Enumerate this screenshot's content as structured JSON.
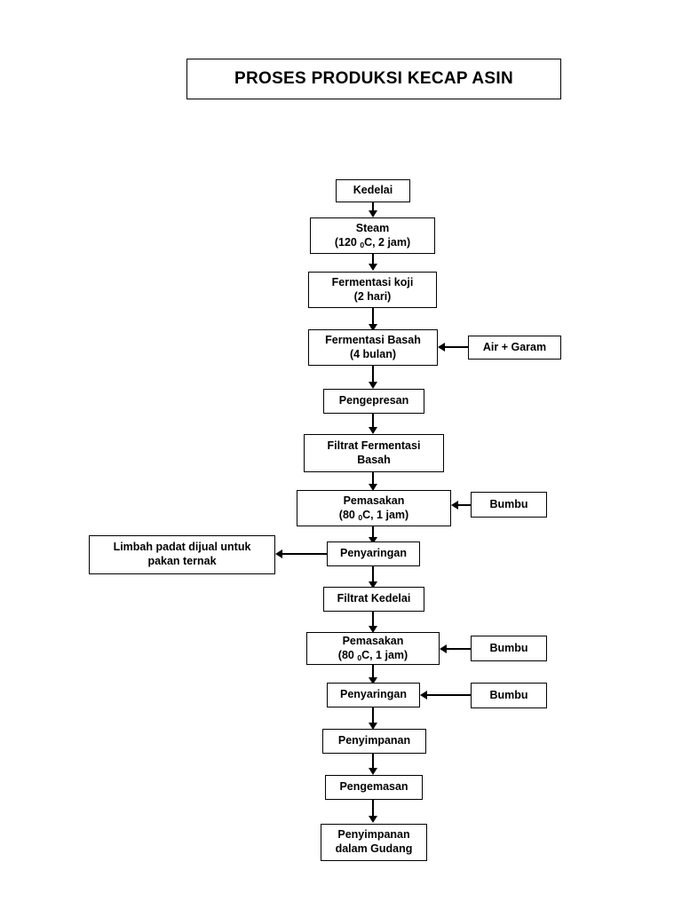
{
  "document": {
    "title": "PROSES PRODUKSI KECAP ASIN"
  },
  "flowchart": {
    "type": "process-flow-diagram",
    "orientation": "top-to-bottom",
    "colors": {
      "background": "#ffffff",
      "box_border": "#000000",
      "text": "#000000",
      "connector": "#000000"
    },
    "nodes": [
      {
        "id": "kedelai",
        "label": "Kedelai",
        "line2": ""
      },
      {
        "id": "steam",
        "label": "Steam",
        "line2_pre": "(120 ",
        "line2_sub": "0",
        "line2_post": "C, 2 jam)"
      },
      {
        "id": "ferm-koji",
        "label": "Fermentasi koji",
        "line2": "(2 hari)"
      },
      {
        "id": "ferm-basah",
        "label": "Fermentasi Basah",
        "line2": "(4 bulan)"
      },
      {
        "id": "air-garam",
        "label": "Air + Garam",
        "line2": ""
      },
      {
        "id": "pengepresan",
        "label": "Pengepresan",
        "line2": ""
      },
      {
        "id": "filtrat-ferm",
        "label": "Filtrat Fermentasi",
        "line2": "Basah"
      },
      {
        "id": "pemasakan-1",
        "label": "Pemasakan",
        "line2_pre": "(80 ",
        "line2_sub": "0",
        "line2_post": "C, 1 jam)"
      },
      {
        "id": "bumbu-1",
        "label": "Bumbu",
        "line2": ""
      },
      {
        "id": "penyaringan-1",
        "label": "Penyaringan",
        "line2": ""
      },
      {
        "id": "limbah",
        "label": "Limbah padat dijual untuk",
        "line2": "pakan ternak"
      },
      {
        "id": "filtrat-kedelai",
        "label": "Filtrat Kedelai",
        "line2": ""
      },
      {
        "id": "pemasakan-2",
        "label": "Pemasakan",
        "line2_pre": "(80 ",
        "line2_sub": "0",
        "line2_post": "C, 1 jam)"
      },
      {
        "id": "bumbu-2",
        "label": "Bumbu",
        "line2": ""
      },
      {
        "id": "penyaringan-2",
        "label": "Penyaringan",
        "line2": ""
      },
      {
        "id": "bumbu-3",
        "label": "Bumbu",
        "line2": ""
      },
      {
        "id": "penyimpanan",
        "label": "Penyimpanan",
        "line2": ""
      },
      {
        "id": "pengemasan",
        "label": "Pengemasan",
        "line2": ""
      },
      {
        "id": "penyimpanan-gudang",
        "label": "Penyimpanan",
        "line2": "dalam Gudang"
      }
    ],
    "edges": [
      {
        "from": "kedelai",
        "to": "steam",
        "direction": "down"
      },
      {
        "from": "steam",
        "to": "ferm-koji",
        "direction": "down"
      },
      {
        "from": "ferm-koji",
        "to": "ferm-basah",
        "direction": "down"
      },
      {
        "from": "air-garam",
        "to": "ferm-basah",
        "direction": "left"
      },
      {
        "from": "ferm-basah",
        "to": "pengepresan",
        "direction": "down"
      },
      {
        "from": "pengepresan",
        "to": "filtrat-ferm",
        "direction": "down"
      },
      {
        "from": "filtrat-ferm",
        "to": "pemasakan-1",
        "direction": "down"
      },
      {
        "from": "bumbu-1",
        "to": "pemasakan-1",
        "direction": "left"
      },
      {
        "from": "pemasakan-1",
        "to": "penyaringan-1",
        "direction": "down"
      },
      {
        "from": "penyaringan-1",
        "to": "limbah",
        "direction": "left"
      },
      {
        "from": "penyaringan-1",
        "to": "filtrat-kedelai",
        "direction": "down"
      },
      {
        "from": "filtrat-kedelai",
        "to": "pemasakan-2",
        "direction": "down"
      },
      {
        "from": "bumbu-2",
        "to": "pemasakan-2",
        "direction": "left"
      },
      {
        "from": "pemasakan-2",
        "to": "penyaringan-2",
        "direction": "down"
      },
      {
        "from": "bumbu-3",
        "to": "penyaringan-2",
        "direction": "left"
      },
      {
        "from": "penyaringan-2",
        "to": "penyimpanan",
        "direction": "down"
      },
      {
        "from": "penyimpanan",
        "to": "pengemasan",
        "direction": "down"
      },
      {
        "from": "pengemasan",
        "to": "penyimpanan-gudang",
        "direction": "down"
      }
    ]
  }
}
